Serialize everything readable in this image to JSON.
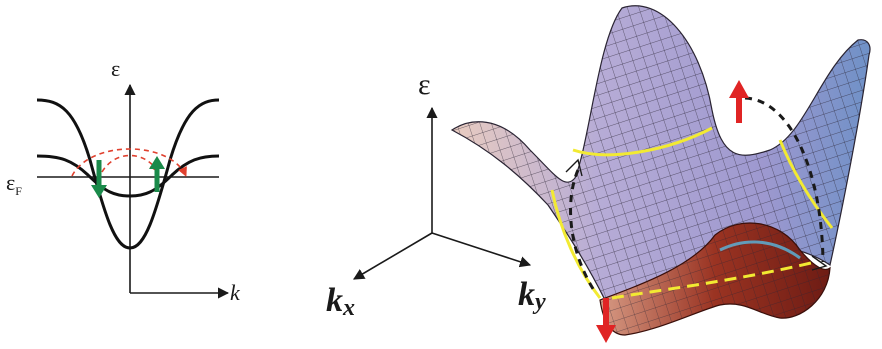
{
  "left_diagram": {
    "energy_label": "ε",
    "fermi_label": "ε",
    "fermi_subscript": "F",
    "momentum_label": "k"
  },
  "right_diagram": {
    "energy_label": "ε",
    "kx_main": "k",
    "kx_sub": "x",
    "ky_main": "k",
    "ky_sub": "y"
  },
  "colors": {
    "band": "#111111",
    "spin_arrow": "#1a8a4a",
    "pair_arc": "#e0402e",
    "fermi_contour": "#f2ea32",
    "red_arrow": "#e02424",
    "upper_surface": "#a69fcc",
    "lower_surface": "#9a3322"
  }
}
